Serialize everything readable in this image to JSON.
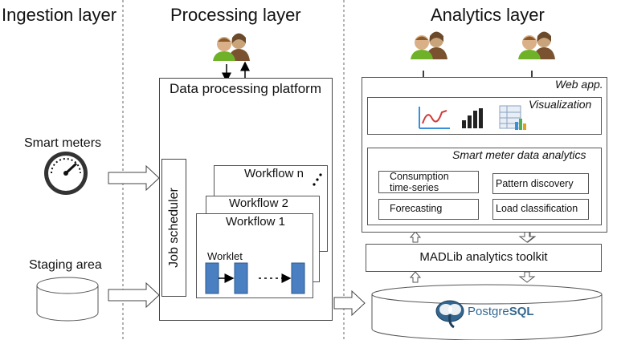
{
  "layers": {
    "ingestion": "Ingestion layer",
    "processing": "Processing layer",
    "analytics": "Analytics layer"
  },
  "ingestion": {
    "smart_meters": "Smart meters",
    "staging_area": "Staging area"
  },
  "processing": {
    "platform_title": "Data processing platform",
    "job_scheduler": "Job scheduler",
    "workflows": [
      "Workflow n",
      "Workflow 2",
      "Workflow 1"
    ],
    "worklet": "Worklet"
  },
  "analytics": {
    "web_app": "Web app.",
    "visualization": "Visualization",
    "smda_title": "Smart meter data analytics",
    "modules": [
      "Consumption\ntime-series",
      "Pattern discovery",
      "Forecasting",
      "Load classification"
    ],
    "madlib": "MADLib analytics toolkit",
    "postgres_prefix": "Postgre",
    "postgres_suffix": "SQL"
  },
  "icons": [
    "users-icon",
    "gauge-icon",
    "database-icon",
    "line-chart-icon",
    "bar-chart-icon",
    "table-icon",
    "elephant-icon"
  ],
  "colors": {
    "worklet_fill": "#4a7fc1",
    "user_green": "#6fb22a",
    "user_brown": "#8b5a2b",
    "postgres_blue": "#336791"
  }
}
